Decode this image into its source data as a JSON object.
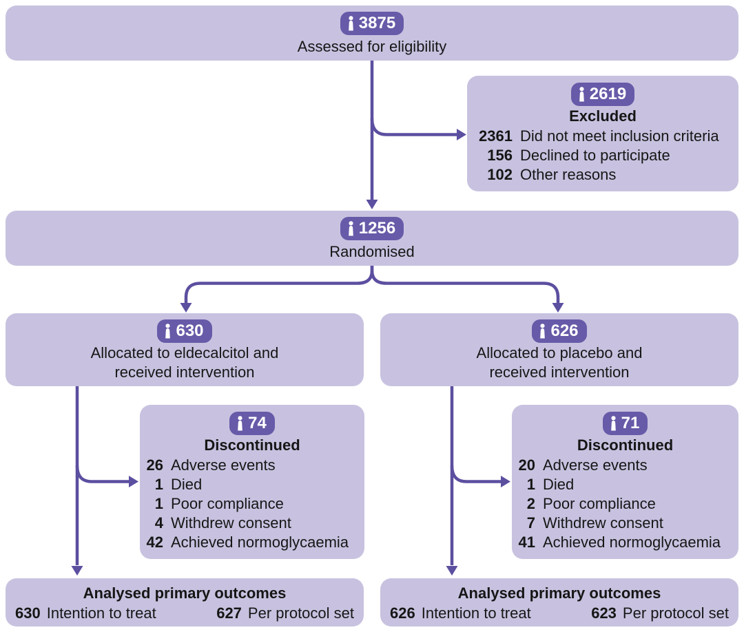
{
  "palette": {
    "box_bg": "#c8c2e0",
    "badge_bg": "#675aa8",
    "arrow": "#5b4fa0",
    "text": "#161616",
    "badge_text": "#ffffff",
    "page_bg": "#ffffff"
  },
  "nodes": {
    "eligibility": {
      "count": "3875",
      "label": "Assessed for eligibility"
    },
    "excluded": {
      "count": "2619",
      "title": "Excluded",
      "rows": [
        {
          "n": "2361",
          "label": "Did not meet inclusion criteria"
        },
        {
          "n": "156",
          "label": "Declined to participate"
        },
        {
          "n": "102",
          "label": "Other reasons"
        }
      ]
    },
    "randomised": {
      "count": "1256",
      "label": "Randomised"
    },
    "alloc_left": {
      "count": "630",
      "line1": "Allocated to eldecalcitol and",
      "line2": "received intervention"
    },
    "alloc_right": {
      "count": "626",
      "line1": "Allocated to placebo and",
      "line2": "received intervention"
    },
    "discont_left": {
      "count": "74",
      "title": "Discontinued",
      "rows": [
        {
          "n": "26",
          "label": "Adverse events"
        },
        {
          "n": "1",
          "label": "Died"
        },
        {
          "n": "1",
          "label": "Poor compliance"
        },
        {
          "n": "4",
          "label": "Withdrew consent"
        },
        {
          "n": "42",
          "label": "Achieved normoglycaemia"
        }
      ]
    },
    "discont_right": {
      "count": "71",
      "title": "Discontinued",
      "rows": [
        {
          "n": "20",
          "label": "Adverse events"
        },
        {
          "n": "1",
          "label": "Died"
        },
        {
          "n": "2",
          "label": "Poor compliance"
        },
        {
          "n": "7",
          "label": "Withdrew consent"
        },
        {
          "n": "41",
          "label": "Achieved normoglycaemia"
        }
      ]
    },
    "analysed_left": {
      "title": "Analysed primary outcomes",
      "itt_n": "630",
      "itt_label": "Intention to treat",
      "pp_n": "627",
      "pp_label": "Per protocol set"
    },
    "analysed_right": {
      "title": "Analysed primary outcomes",
      "itt_n": "626",
      "itt_label": "Intention to treat",
      "pp_n": "623",
      "pp_label": "Per protocol set"
    }
  }
}
